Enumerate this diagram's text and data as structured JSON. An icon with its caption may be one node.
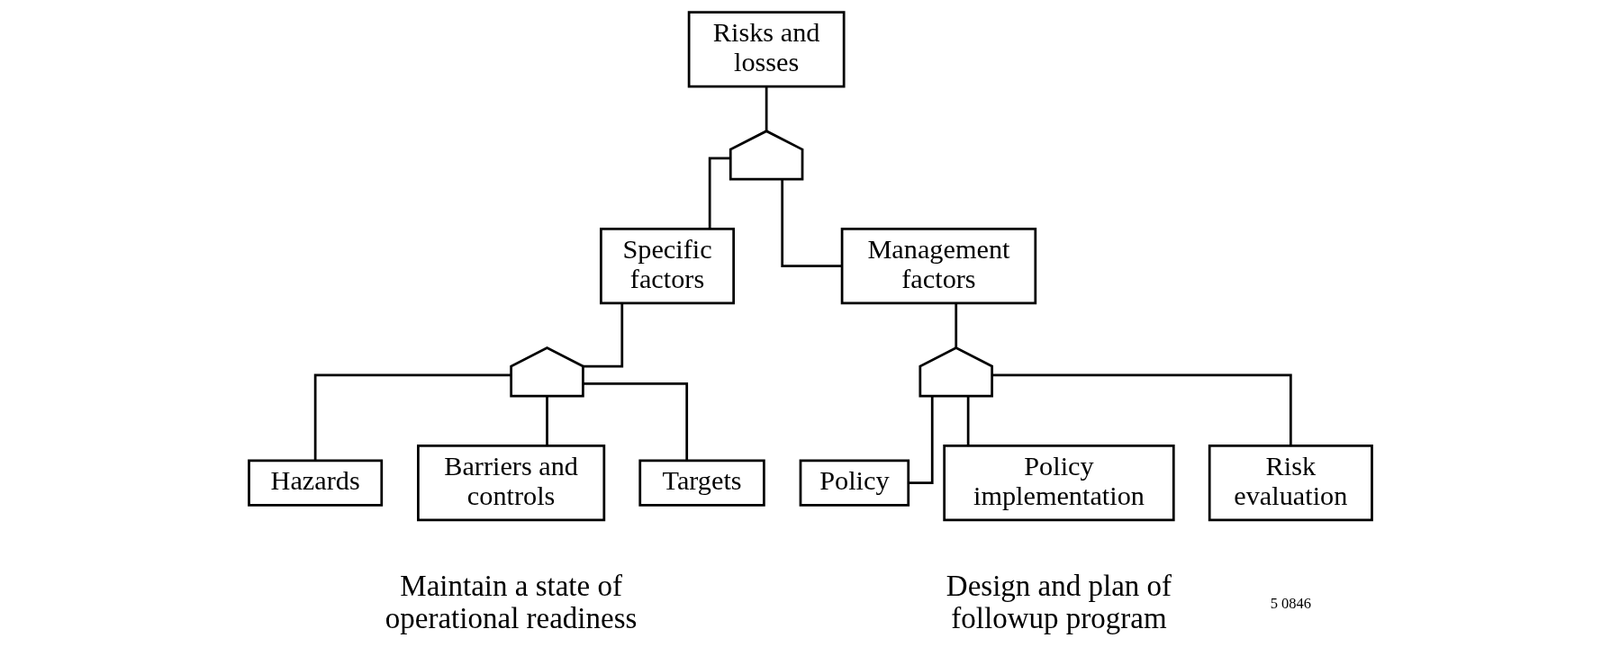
{
  "diagram": {
    "nodes": [
      {
        "text": [
          "Risks and losses"
        ]
      },
      {
        "text": [],
        "shape": "gate"
      },
      {
        "text": [
          "Specific factors"
        ]
      },
      {
        "text": [
          "Management factors"
        ]
      },
      {
        "text": [],
        "shape": "gate"
      },
      {
        "text": [],
        "shape": "gate"
      },
      {
        "text": [
          "Hazards"
        ]
      },
      {
        "text": [
          "Barriers and controls"
        ]
      },
      {
        "text": [
          "Targets"
        ]
      },
      {
        "text": [
          "Policy"
        ]
      },
      {
        "text": [
          "Policy implementation"
        ]
      },
      {
        "text": [
          "Risk evaluation"
        ]
      }
    ],
    "edges": [
      {
        "from": 0,
        "to": 1,
        "arrow": "none"
      },
      {
        "from": 1,
        "to": 2,
        "arrow": "none"
      },
      {
        "from": 1,
        "to": 3,
        "arrow": "none"
      },
      {
        "from": 2,
        "to": 4,
        "arrow": "none"
      },
      {
        "from": 3,
        "to": 5,
        "arrow": "none"
      },
      {
        "from": 4,
        "to": 6,
        "arrow": "none"
      },
      {
        "from": 4,
        "to": 7,
        "arrow": "none"
      },
      {
        "from": 4,
        "to": 8,
        "arrow": "none"
      },
      {
        "from": 5,
        "to": 9,
        "arrow": "none"
      },
      {
        "from": 5,
        "to": 10,
        "arrow": "none"
      },
      {
        "from": 5,
        "to": 11,
        "arrow": "none"
      }
    ],
    "labels": [
      "Maintain a state of operational readiness",
      "Design and plan of followup program",
      "5 0846"
    ]
  }
}
